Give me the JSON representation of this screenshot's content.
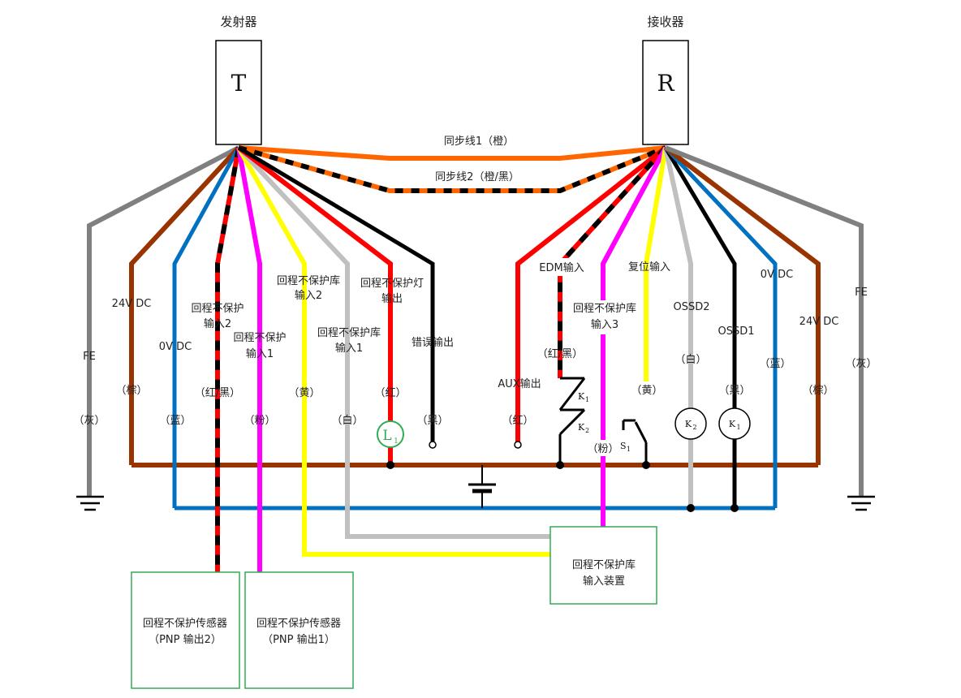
{
  "transmitter": {
    "title": "发射器",
    "letter": "T"
  },
  "receiver": {
    "title": "接收器",
    "letter": "R"
  },
  "sync": {
    "line1": "同步线1（橙）",
    "line2": "同步线2（橙/黑）"
  },
  "colors": {
    "orange": "#ff6600",
    "black": "#000000",
    "gray": "#808080",
    "brown": "#993300",
    "blue": "#0070c0",
    "red": "#ff0000",
    "magenta": "#ff00ff",
    "yellow": "#ffff00",
    "lightgray": "#c0c0c0",
    "green": "#33aa55"
  },
  "t_wires": {
    "fe": {
      "name": "FE",
      "color": "（灰）"
    },
    "v24": {
      "name": "24V DC",
      "color": "（棕）"
    },
    "v0": {
      "name": "0V DC",
      "color": "（蓝）"
    },
    "in2": {
      "name1": "回程不保护",
      "name2": "输入2",
      "color": "（红/黑）"
    },
    "in1": {
      "name1": "回程不保护",
      "name2": "输入1",
      "color": "（粉）"
    },
    "lib2": {
      "name1": "回程不保护库",
      "name2": "输入2",
      "color": "（黄）"
    },
    "lib1": {
      "name1": "回程不保护库",
      "name2": "输入1",
      "color": "（白）"
    },
    "lamp": {
      "name1": "回程不保护灯",
      "name2": "输出",
      "color": "（红）"
    },
    "err": {
      "name": "错误输出",
      "color": "（黑）"
    }
  },
  "r_wires": {
    "aux": {
      "name": "AUX输出",
      "color": "（红）"
    },
    "edm": {
      "name": "EDM输入",
      "color": "（红/黑）"
    },
    "lib3": {
      "name1": "回程不保护库",
      "name2": "输入3",
      "color": "（粉）"
    },
    "reset": {
      "name": "复位输入",
      "color": "（黄）"
    },
    "ossd2": {
      "name": "OSSD2",
      "color": "（白）"
    },
    "ossd1": {
      "name": "OSSD1",
      "color": "（黑）"
    },
    "v0": {
      "name": "0V DC",
      "color": "（蓝）"
    },
    "v24": {
      "name": "24V DC",
      "color": "（棕）"
    },
    "fe": {
      "name": "FE",
      "color": "（灰）"
    }
  },
  "components": {
    "l1": "L",
    "l1_sub": "1",
    "k1": "K",
    "k1_sub": "1",
    "k2": "K",
    "k2_sub": "2",
    "s1": "S",
    "s1_sub": "1"
  },
  "boxes": {
    "lib_device": {
      "line1": "回程不保护库",
      "line2": "输入装置"
    },
    "sensor2": {
      "line1": "回程不保护传感器",
      "line2": "（PNP 输出2）"
    },
    "sensor1": {
      "line1": "回程不保护传感器",
      "line2": "（PNP 输出1）"
    }
  }
}
